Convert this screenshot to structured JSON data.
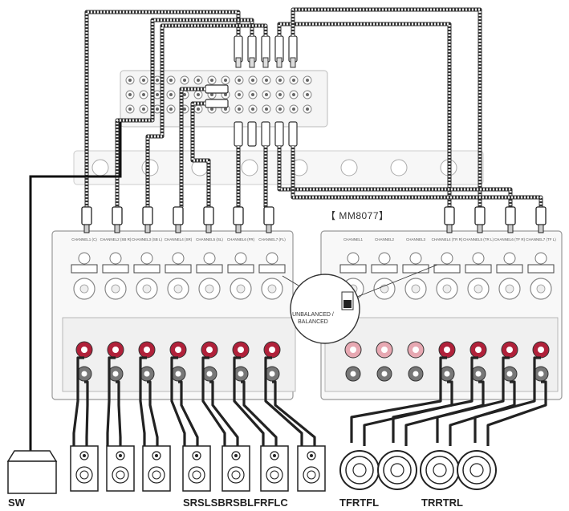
{
  "model_label": "【 MM8077】",
  "callout_text": "UNBALANCED / BALANCED",
  "channel_labels_left": [
    "CHANNEL1 (C)",
    "CHANNEL2 (SB R)",
    "CHANNEL3 (SB L)",
    "CHANNEL4 (SR)",
    "CHANNEL5 (SL)",
    "CHANNEL6 (FR)",
    "CHANNEL7 (FL)"
  ],
  "channel_labels_right": [
    "CHANNEL1",
    "CHANNEL2",
    "CHANNEL3",
    "CHANNEL4 (TR R)",
    "CHANNEL5 (TR L)",
    "CHANNEL6 (TF R)",
    "CHANNEL7 (TF L)"
  ],
  "speakers": {
    "subwoofer": "SW",
    "floor_group": "SRSLSBRSBLFRFLC",
    "top_front_group": "TFRTFL",
    "top_rear_group": "TRRTRL"
  },
  "colors": {
    "cable": "#555555",
    "terminal_red": "#b0213a",
    "panel": "#f2f2f2",
    "outline": "#444444"
  }
}
